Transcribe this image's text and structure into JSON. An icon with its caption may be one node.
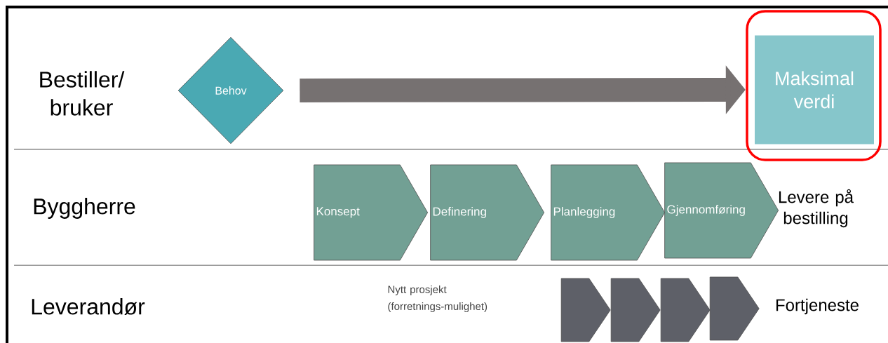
{
  "diagram": {
    "nodes": [
      {
        "text": [
          "Behov"
        ]
      },
      {
        "text": [
          "Maksimal verdi"
        ]
      },
      {
        "text": [
          "Konsept"
        ]
      },
      {
        "text": [
          "Definering"
        ]
      },
      {
        "text": [
          "Planlegging"
        ]
      },
      {
        "text": [
          "Gjennomføring"
        ]
      },
      {
        "text": [],
        "shape": "chevron"
      },
      {
        "text": [],
        "shape": "chevron"
      },
      {
        "text": [],
        "shape": "chevron"
      },
      {
        "text": [],
        "shape": "chevron"
      }
    ],
    "edges": [
      {
        "from": 0,
        "to": 1,
        "arrow": "to",
        "color": "#767171"
      }
    ],
    "labels": [
      "Bestiller/ bruker",
      "Byggherre",
      "Levere på bestilling",
      "Leverandør",
      "Nytt prosjekt (forretnings-mulighet)",
      "Fortjeneste"
    ]
  }
}
